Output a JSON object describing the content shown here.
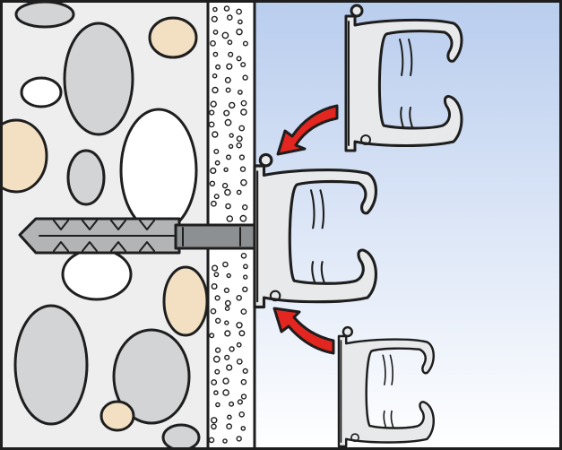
{
  "colors": {
    "background_gradient_top": "#b9cdee",
    "background_gradient_bottom": "#ffffff",
    "concrete": "#eeeeee",
    "plaster": "#ffffff",
    "stone_grey": "#d2d4d6",
    "stone_sand": "#f3dfc1",
    "stone_white": "#ffffff",
    "clip": "#e8e9ea",
    "anchor_plug": "#b2b4b6",
    "anchor_sleeve": "#8d9093",
    "arrow": "#e3261f",
    "outline": "#1e1e1e"
  },
  "icons": [
    "wall-cross-section",
    "wall-plug-anchor",
    "cable-clip",
    "mounting-arrow"
  ]
}
